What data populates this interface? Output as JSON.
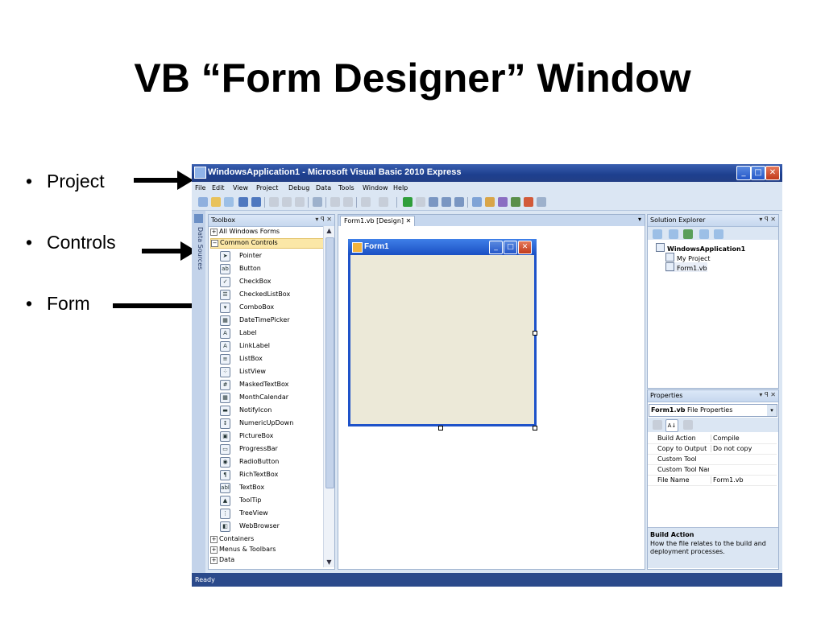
{
  "slide": {
    "title": "VB “Form Designer” Window",
    "bullets": [
      "Project",
      "Controls",
      "Form"
    ],
    "bullet_glyph": "•"
  },
  "window": {
    "title": "WindowsApplication1 - Microsoft Visual Basic 2010 Express",
    "minimize_glyph": "_",
    "restore_glyph": "□",
    "close_glyph": "✕"
  },
  "menu": [
    "File",
    "Edit",
    "View",
    "Project",
    "Debug",
    "Data",
    "Tools",
    "Window",
    "Help"
  ],
  "left_rail": {
    "label": "Data Sources"
  },
  "toolbox": {
    "title": "Toolbox",
    "controls": "▾ ꟼ ✕",
    "groups_top": [
      {
        "sign": "+",
        "label": "All Windows Forms"
      },
      {
        "sign": "−",
        "label": "Common Controls"
      }
    ],
    "items": [
      {
        "icon": "➤",
        "label": "Pointer"
      },
      {
        "icon": "ab",
        "label": "Button"
      },
      {
        "icon": "✓",
        "label": "CheckBox"
      },
      {
        "icon": "☰",
        "label": "CheckedListBox"
      },
      {
        "icon": "▾",
        "label": "ComboBox"
      },
      {
        "icon": "▦",
        "label": "DateTimePicker"
      },
      {
        "icon": "A",
        "label": "Label"
      },
      {
        "icon": "A",
        "label": "LinkLabel"
      },
      {
        "icon": "≡",
        "label": "ListBox"
      },
      {
        "icon": "⁘",
        "label": "ListView"
      },
      {
        "icon": "#",
        "label": "MaskedTextBox"
      },
      {
        "icon": "▦",
        "label": "MonthCalendar"
      },
      {
        "icon": "▬",
        "label": "NotifyIcon"
      },
      {
        "icon": "↕",
        "label": "NumericUpDown"
      },
      {
        "icon": "▣",
        "label": "PictureBox"
      },
      {
        "icon": "▭",
        "label": "ProgressBar"
      },
      {
        "icon": "◉",
        "label": "RadioButton"
      },
      {
        "icon": "¶",
        "label": "RichTextBox"
      },
      {
        "icon": "abl",
        "label": "TextBox"
      },
      {
        "icon": "▲",
        "label": "ToolTip"
      },
      {
        "icon": "⋮",
        "label": "TreeView"
      },
      {
        "icon": "◧",
        "label": "WebBrowser"
      }
    ],
    "groups_bottom": [
      {
        "sign": "+",
        "label": "Containers"
      },
      {
        "sign": "+",
        "label": "Menus & Toolbars"
      },
      {
        "sign": "+",
        "label": "Data"
      }
    ],
    "scroll_up": "▲",
    "scroll_down": "▼"
  },
  "designer": {
    "tab_label": "Form1.vb [Design]",
    "tab_close": "✕",
    "dropdown": "▾",
    "form_title": "Form1"
  },
  "solution_explorer": {
    "title": "Solution Explorer",
    "controls": "▾ ꟼ ✕",
    "tree": [
      {
        "label": "WindowsApplication1",
        "bold": true
      },
      {
        "label": "My Project"
      },
      {
        "label": "Form1.vb"
      }
    ]
  },
  "properties": {
    "title": "Properties",
    "controls": "▾ ꟼ ✕",
    "object_name": "Form1.vb",
    "object_type": "File Properties",
    "dropdown_caret": "▾",
    "sort_label": "A↓",
    "rows": [
      {
        "key": "Build Action",
        "value": "Compile"
      },
      {
        "key": "Copy to Output I",
        "value": "Do not copy"
      },
      {
        "key": "Custom Tool",
        "value": ""
      },
      {
        "key": "Custom Tool Nan",
        "value": ""
      },
      {
        "key": "File Name",
        "value": "Form1.vb"
      }
    ],
    "desc_title": "Build Action",
    "desc_text": "How the file relates to the build and deployment processes."
  },
  "status": {
    "text": "Ready"
  },
  "colors": {
    "titlebar": "#1d3f8e",
    "chrome": "#dbe6f3",
    "statusbar": "#2b4a8b",
    "form_border": "#1e52c9",
    "form_body": "#ece9d8",
    "selection": "#fbe7a7"
  }
}
